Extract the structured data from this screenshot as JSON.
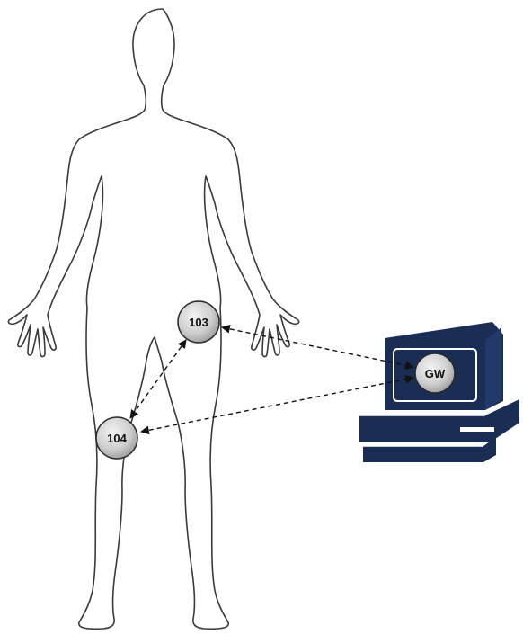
{
  "nodes": {
    "sensor_103": {
      "label": "103"
    },
    "sensor_104": {
      "label": "104"
    },
    "gateway": {
      "label": "GW"
    }
  },
  "colors": {
    "outline": "#3a3a3a",
    "computer": "#1a2e55",
    "node_fill": "#c9c9c9",
    "node_stroke": "#2a2a2a",
    "arrow": "#111111"
  },
  "icons": {
    "body": "human-body-outline-icon",
    "computer": "desktop-computer-icon"
  }
}
